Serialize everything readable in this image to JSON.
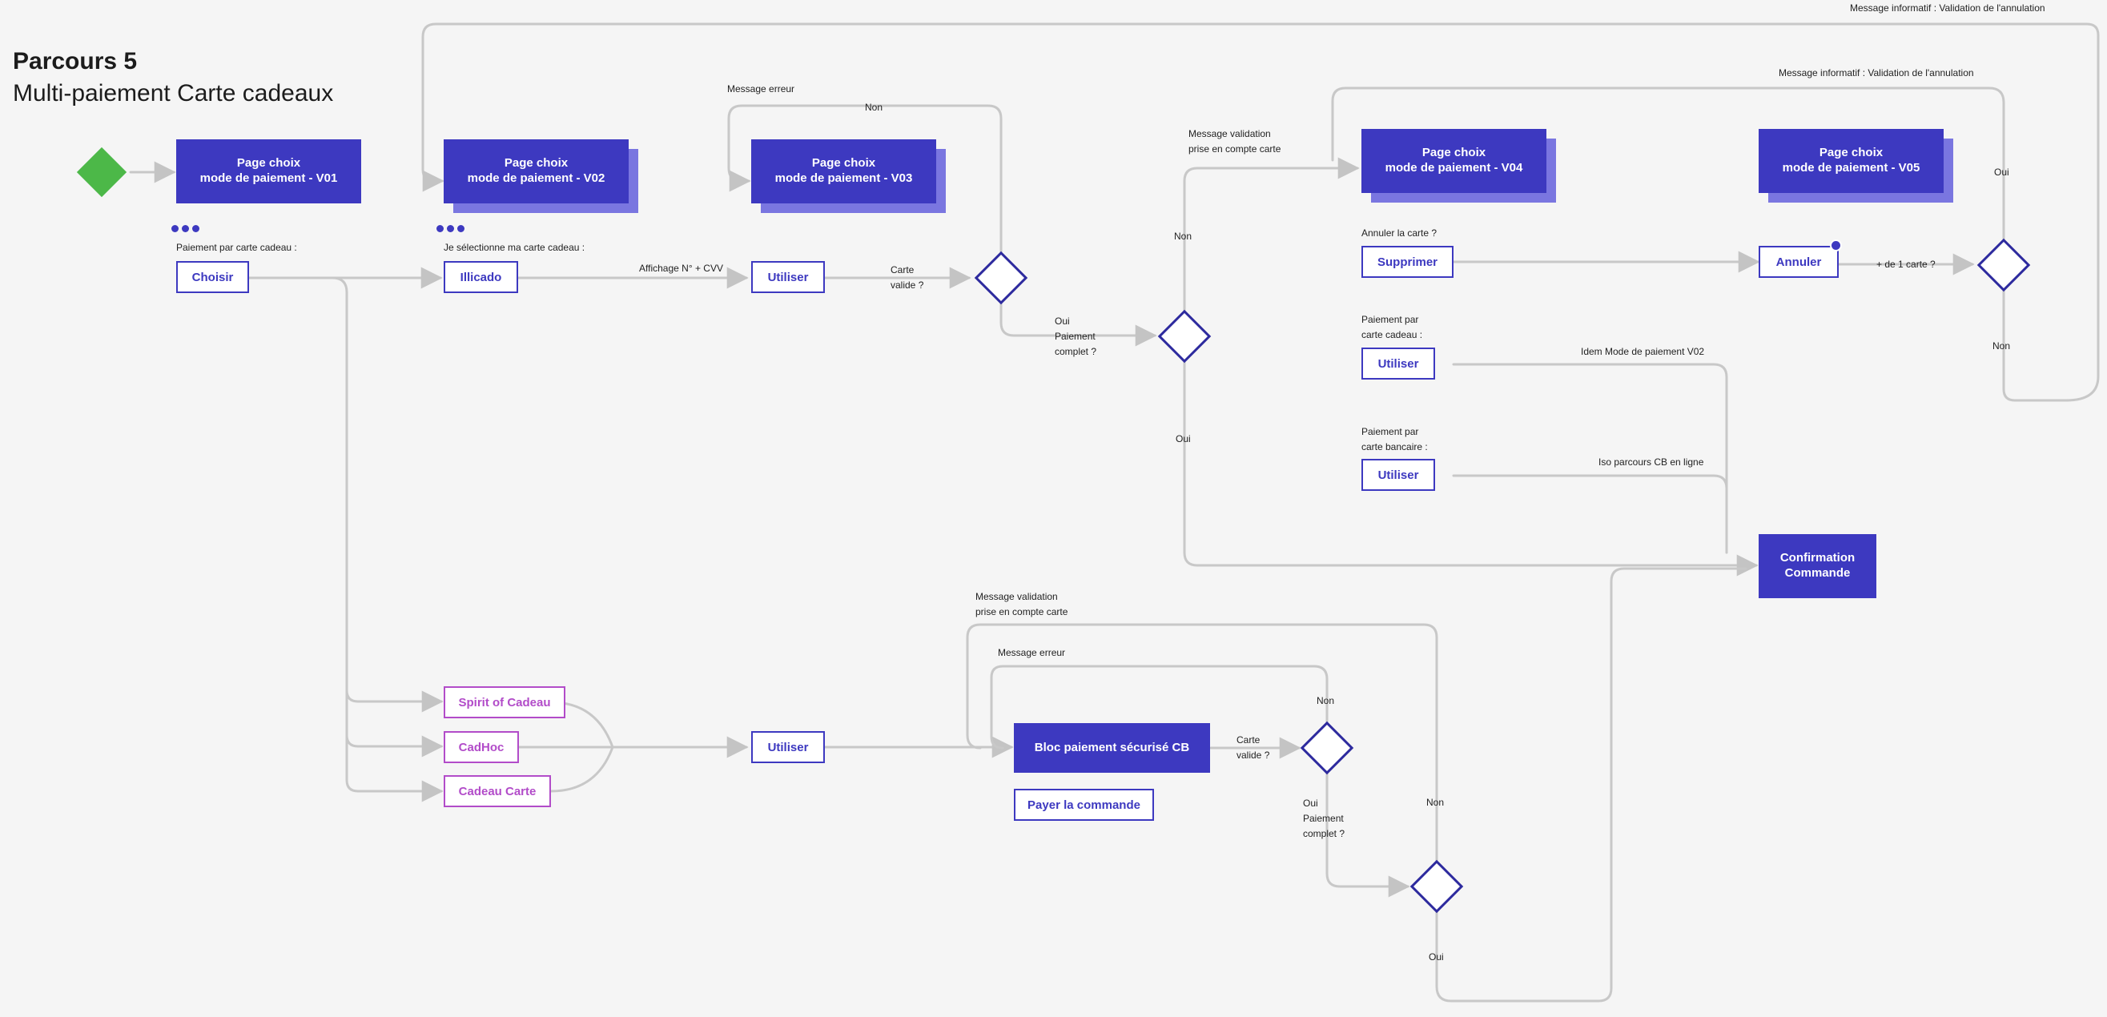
{
  "header": {
    "title": "Parcours 5",
    "subtitle": "Multi-paiement Carte cadeaux"
  },
  "colors": {
    "primary": "#3d39c0",
    "shadow": "#7a76e0",
    "pink": "#b24cc9",
    "start": "#4cb848",
    "line": "#c8c8c8"
  },
  "pages": {
    "v01": "Page choix\nmode de paiement - V01",
    "v02": "Page choix\nmode de paiement - V02",
    "v03": "Page choix\nmode de paiement - V03",
    "v04": "Page choix\nmode de paiement - V04",
    "v05": "Page choix\nmode de paiement - V05",
    "confirmation": "Confirmation\nCommande",
    "bloc": "Bloc paiement sécurisé CB"
  },
  "buttons": {
    "choisir": "Choisir",
    "illicado": "Illicado",
    "utiliser_v03": "Utiliser",
    "supprimer": "Supprimer",
    "annuler": "Annuler",
    "utiliser_cadeau": "Utiliser",
    "utiliser_bancaire": "Utiliser",
    "spirit": "Spirit of Cadeau",
    "cadhoc": "CadHoc",
    "cadeau_carte": "Cadeau Carte",
    "utiliser_bottom": "Utiliser",
    "payer": "Payer la commande"
  },
  "notes": {
    "paiement_carte_cadeau": "Paiement par carte cadeau :",
    "je_selectionne": "Je sélectionne ma carte cadeau :",
    "affichage": "Affichage N° + CVV",
    "message_erreur_top": "Message erreur",
    "non_top": "Non",
    "carte_valide_top": "Carte\nvalide ?",
    "oui_paiement_complet_top": "Oui\nPaiement\ncomplet ?",
    "non_left": "Non",
    "oui_left": "Oui",
    "message_validation_top": "Message validation\nprise en compte carte",
    "message_info_outer": "Message informatif : Validation de l'annulation",
    "message_info_inner": "Message informatif : Validation de l'annulation",
    "annuler_la_carte": "Annuler la carte ?",
    "plus_de_1_carte": "+ de 1 carte ?",
    "oui_right": "Oui",
    "non_right": "Non",
    "paiement_par_carte_cadeau": "Paiement par\ncarte cadeau :",
    "idem_mode": "Idem Mode de paiement V02",
    "paiement_par_carte_bancaire": "Paiement par\ncarte bancaire :",
    "iso_parcours": "Iso parcours CB en ligne",
    "message_validation_bottom": "Message validation\nprise en compte carte",
    "message_erreur_bottom": "Message erreur",
    "non_bottom_a": "Non",
    "carte_valide_bottom": "Carte\nvalide ?",
    "oui_paiement_complet_bottom": "Oui\nPaiement\ncomplet ?",
    "non_bottom_b": "Non",
    "oui_bottom": "Oui"
  }
}
